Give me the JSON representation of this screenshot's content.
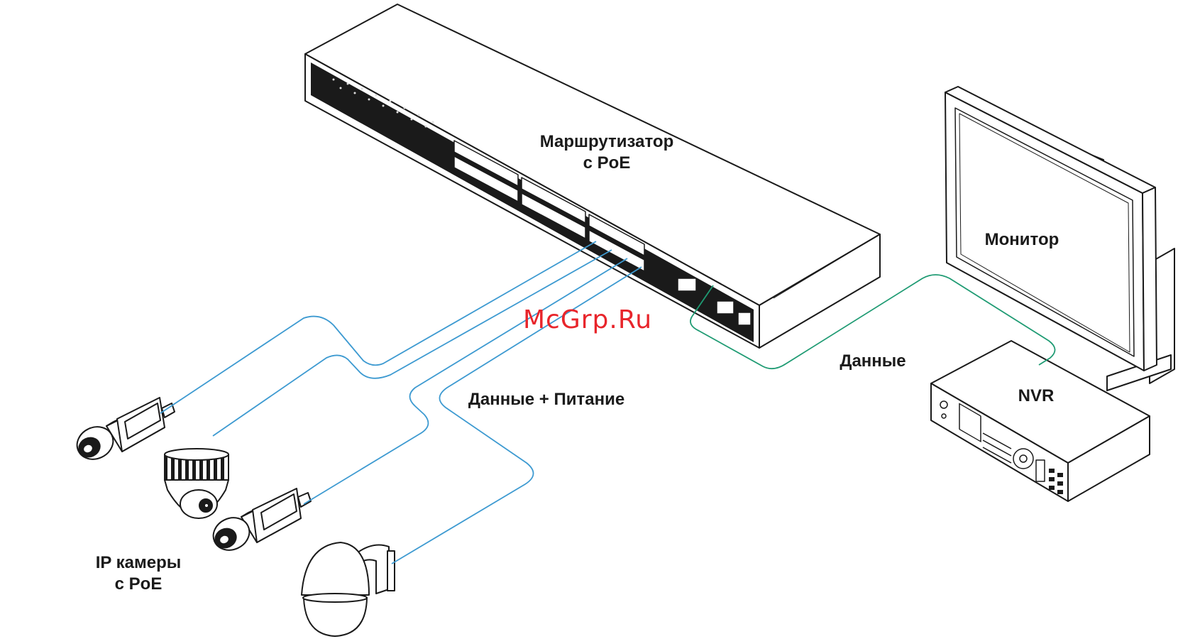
{
  "labels": {
    "router_line1": "Маршрутизатор",
    "router_line2": "с PoE",
    "monitor": "Монитор",
    "nvr": "NVR",
    "data": "Данные",
    "data_power": "Данные + Питание",
    "cameras_line1": "IP камеры",
    "cameras_line2": "с PoE"
  },
  "watermark": "McGrp.Ru",
  "colors": {
    "poe_cable": "#3d9ad1",
    "data_cable": "#1f9b73",
    "outline": "#1a1a1a",
    "watermark": "#e8252b"
  },
  "icons": [
    "poe-switch-icon",
    "monitor-icon",
    "nvr-icon",
    "box-camera-icon",
    "dome-camera-icon",
    "ptz-camera-icon"
  ]
}
